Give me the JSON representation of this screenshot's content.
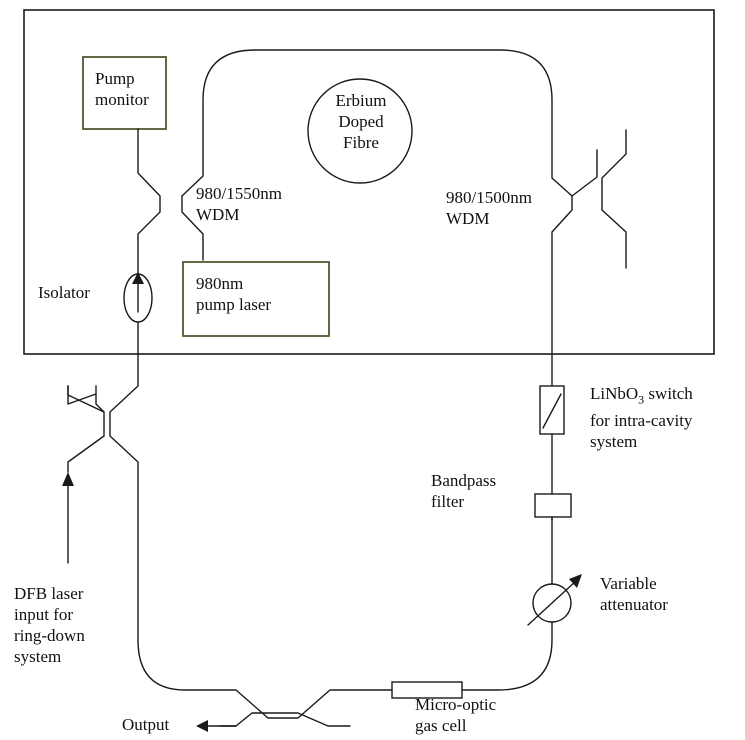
{
  "labels": {
    "pump_monitor": [
      "Pump",
      "monitor"
    ],
    "erbium_fibre": [
      "Erbium",
      "Doped",
      "Fibre"
    ],
    "wdm_left": [
      "980/1550nm",
      "WDM"
    ],
    "wdm_right": [
      "980/1500nm",
      "WDM"
    ],
    "pump_laser": [
      "980nm",
      "pump laser"
    ],
    "isolator": "Isolator",
    "switch": [
      "LiNbO",
      "3",
      " switch",
      "for intra-cavity",
      "system"
    ],
    "bandpass": [
      "Bandpass",
      "filter"
    ],
    "attenuator": [
      "Variable",
      "attenuator"
    ],
    "dfb": [
      "DFB laser",
      "input for",
      "ring-down",
      "system"
    ],
    "gas_cell": [
      "Micro-optic",
      "gas cell"
    ],
    "output": "Output"
  }
}
